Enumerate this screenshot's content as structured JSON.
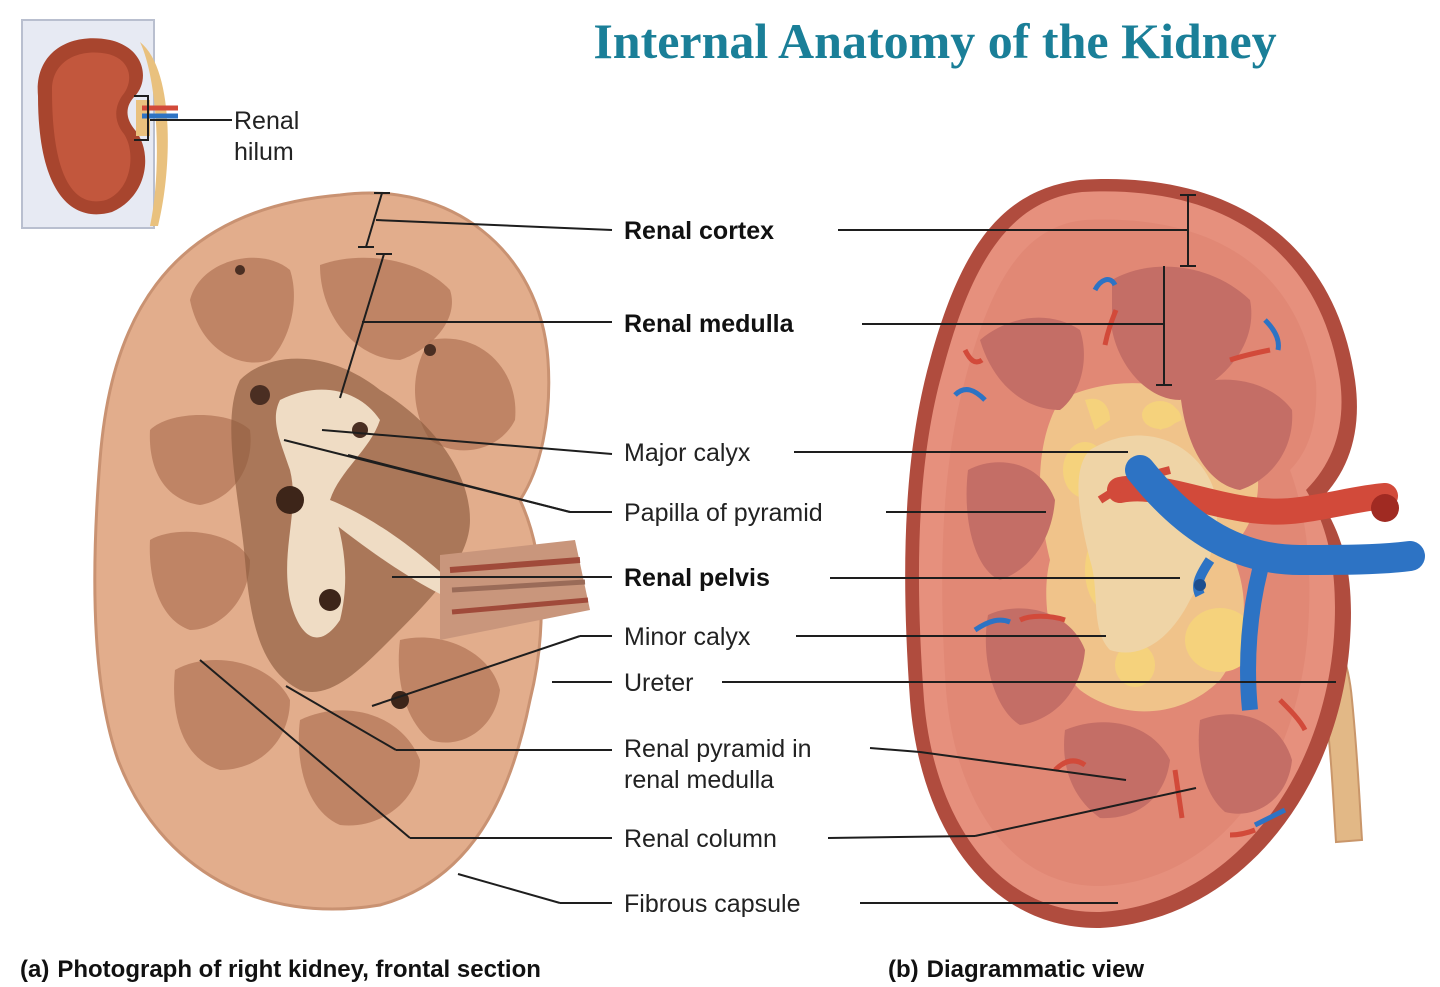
{
  "title": "Internal Anatomy of the Kidney",
  "inset": {
    "label_line1": "Renal",
    "label_line2": "hilum"
  },
  "labels": {
    "renal_cortex": "Renal cortex",
    "renal_medulla": "Renal medulla",
    "major_calyx": "Major calyx",
    "papilla": "Papilla of pyramid",
    "renal_pelvis": "Renal pelvis",
    "minor_calyx": "Minor calyx",
    "ureter": "Ureter",
    "renal_pyramid_line1": "Renal pyramid in",
    "renal_pyramid_line2": "renal medulla",
    "renal_column": "Renal column",
    "fibrous_capsule": "Fibrous capsule"
  },
  "captions": {
    "a_tag": "(a)",
    "a_text": "Photograph of right kidney, frontal section",
    "b_tag": "(b)",
    "b_text": "Diagrammatic view"
  },
  "colors": {
    "title": "#1a7f98",
    "photo_cortex": "#e2ad8c",
    "photo_medulla": "#b87c5e",
    "diagram_cortex": "#e6907d",
    "diagram_pyramid": "#c46e66",
    "sinus_fat": "#f5d27c",
    "artery": "#d24a3a",
    "vein": "#2d73c4",
    "ureter": "#e2b886"
  }
}
